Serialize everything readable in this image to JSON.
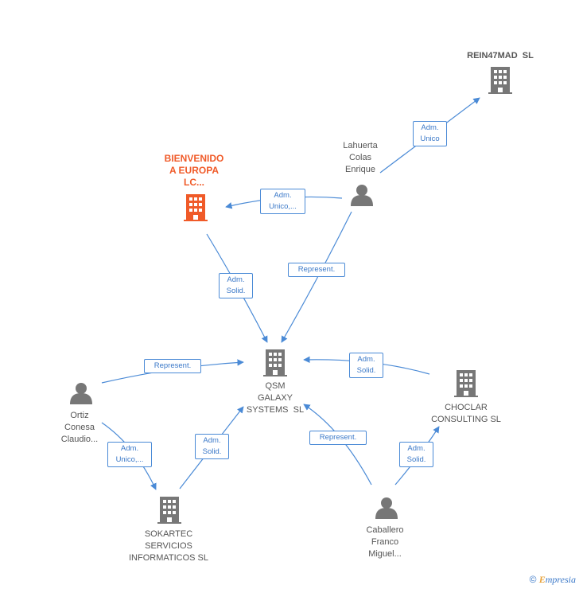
{
  "nodes": {
    "rein47mad": {
      "lines": [
        "REIN47MAD  SL"
      ],
      "color": "#777777"
    },
    "bienvenido": {
      "lines": [
        "BIENVENIDO",
        "A EUROPA",
        "LC..."
      ],
      "color": "#f05a28"
    },
    "lahuerta": {
      "lines": [
        "Lahuerta",
        "Colas",
        "Enrique"
      ],
      "color": "#777777"
    },
    "qsm": {
      "lines": [
        "QSM",
        "GALAXY",
        "SYSTEMS  SL"
      ],
      "color": "#777777"
    },
    "ortiz": {
      "lines": [
        "Ortiz",
        "Conesa",
        "Claudio..."
      ],
      "color": "#777777"
    },
    "choclar": {
      "lines": [
        "CHOCLAR",
        "CONSULTING SL"
      ],
      "color": "#777777"
    },
    "sokartec": {
      "lines": [
        "SOKARTEC",
        "SERVICIOS",
        "INFORMATICOS SL"
      ],
      "color": "#777777"
    },
    "caballero": {
      "lines": [
        "Caballero",
        "Franco",
        "Miguel..."
      ],
      "color": "#777777"
    }
  },
  "edges": {
    "lahuerta_rein": {
      "lines": [
        "Adm.",
        "Unico"
      ]
    },
    "lahuerta_bienvenido": {
      "lines": [
        "Adm.",
        "Unico,..."
      ]
    },
    "lahuerta_qsm": {
      "lines": [
        "Represent."
      ]
    },
    "bienvenido_qsm": {
      "lines": [
        "Adm.",
        "Solid."
      ]
    },
    "ortiz_qsm": {
      "lines": [
        "Represent."
      ]
    },
    "ortiz_sokartec": {
      "lines": [
        "Adm.",
        "Unico,..."
      ]
    },
    "sokartec_qsm": {
      "lines": [
        "Adm.",
        "Solid."
      ]
    },
    "choclar_qsm": {
      "lines": [
        "Adm.",
        "Solid."
      ]
    },
    "caballero_qsm": {
      "lines": [
        "Represent."
      ]
    },
    "caballero_choclar": {
      "lines": [
        "Adm.",
        "Solid."
      ]
    }
  },
  "footer": {
    "copyright": "©",
    "brand_first": "E",
    "brand_rest": "mpresia"
  },
  "colors": {
    "edge": "#4a8ad6",
    "building": "#777777",
    "highlight": "#f05a28",
    "person": "#777777"
  }
}
